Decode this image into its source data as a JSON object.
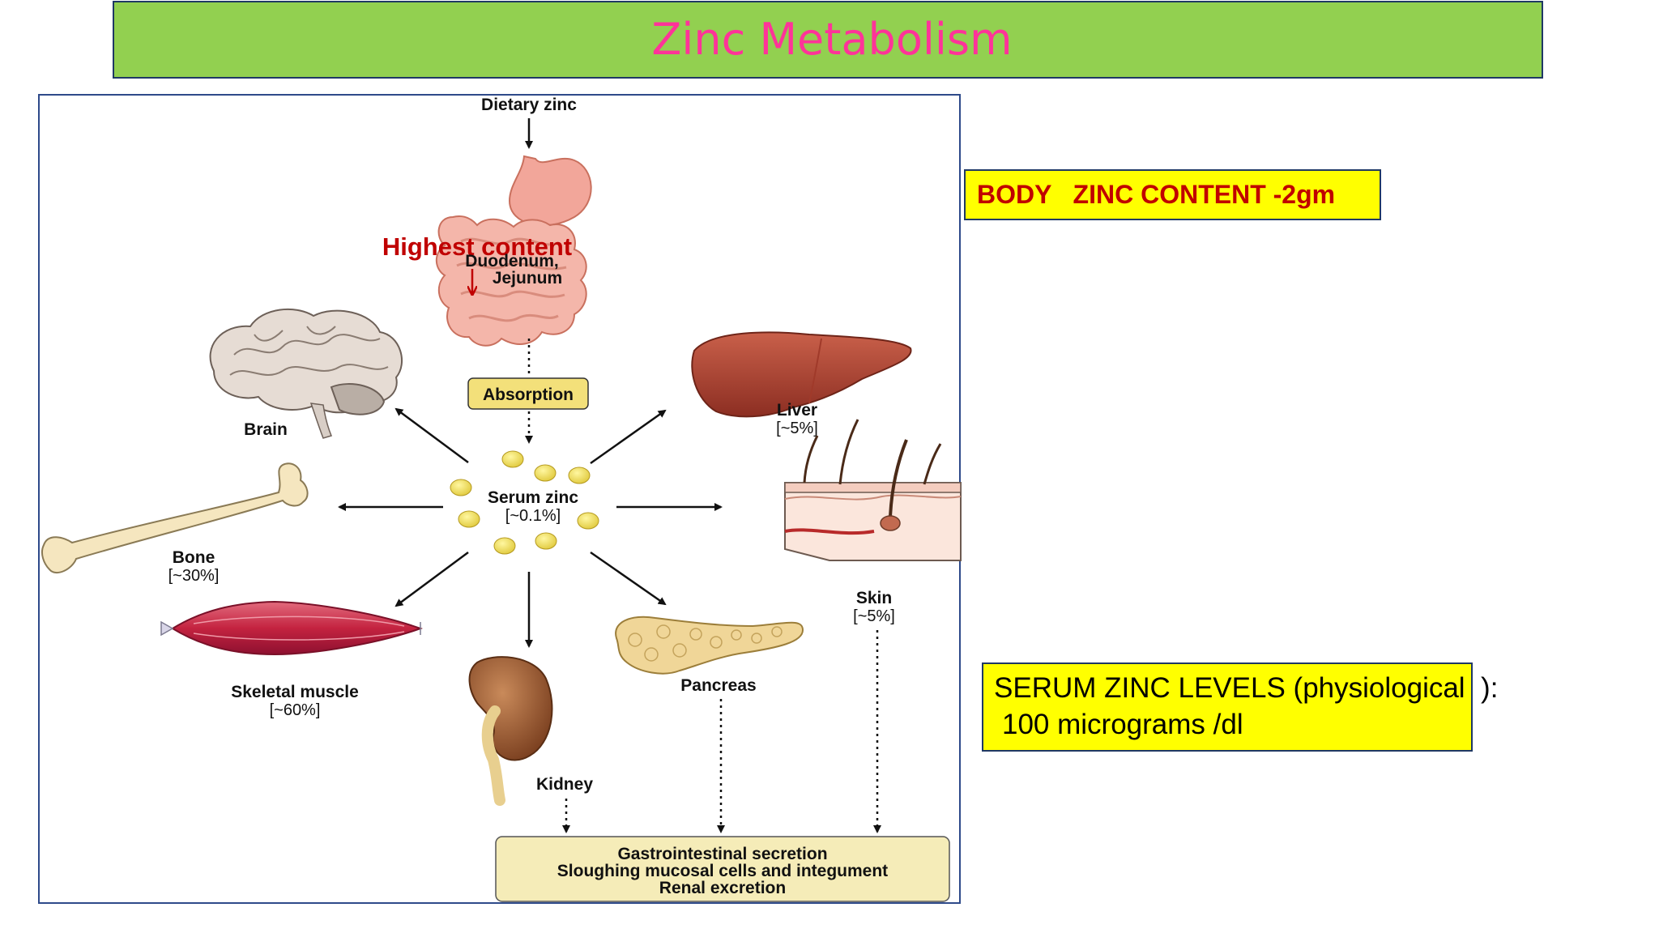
{
  "title": "Zinc Metabolism",
  "diagram": {
    "dietary_zinc": "Dietary zinc",
    "highest_content": "Highest content",
    "duodenum": "Duodenum,",
    "jejunum": "Jejunum",
    "absorption": "Absorption",
    "serum_zinc": "Serum zinc",
    "serum_zinc_pct": "[~0.1%]",
    "brain": "Brain",
    "liver": "Liver",
    "liver_pct": "[~5%]",
    "bone": "Bone",
    "bone_pct": "[~30%]",
    "skin": "Skin",
    "skin_pct": "[~5%]",
    "skeletal_muscle": "Skeletal muscle",
    "skeletal_muscle_pct": "[~60%]",
    "kidney": "Kidney",
    "pancreas": "Pancreas",
    "excretion_line1": "Gastrointestinal secretion",
    "excretion_line2": "Sloughing mucosal cells and integument",
    "excretion_line3": "Renal excretion"
  },
  "body_zinc": "BODY   ZINC CONTENT -2gm",
  "serum_levels": {
    "line1": "SERUM ZINC LEVELS (physiological  ):",
    "line2": "100 micrograms /dl"
  },
  "colors": {
    "title_bar": "#92d050",
    "title_text": "#ff3399",
    "callout_bg": "#ffff00",
    "callout_red": "#c00000",
    "absorption_box": "#f3e07a"
  }
}
